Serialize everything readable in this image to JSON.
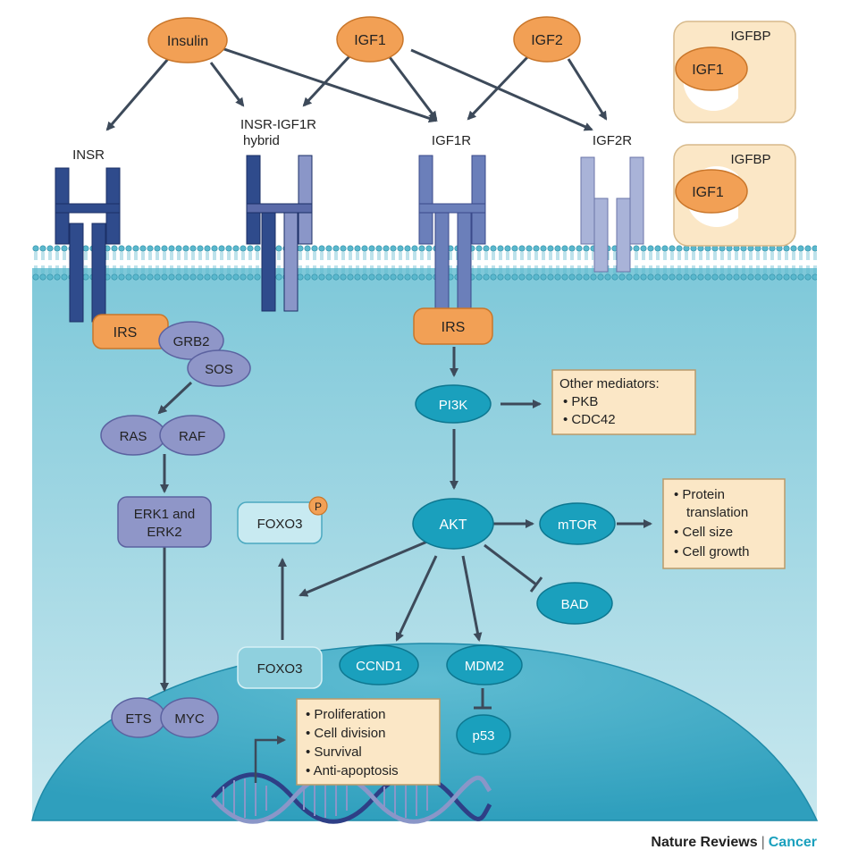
{
  "ligands": {
    "insulin": "Insulin",
    "igf1": "IGF1",
    "igf2": "IGF2"
  },
  "receptors": {
    "insr": "INSR",
    "hybrid_line1": "INSR-IGF1R",
    "hybrid_line2": "hybrid",
    "igf1r": "IGF1R",
    "igf2r": "IGF2R"
  },
  "binding_proteins": [
    {
      "label": "IGFBP",
      "ligand": "IGF1"
    },
    {
      "label": "IGFBP",
      "ligand": "IGF1"
    }
  ],
  "nodes": {
    "irs_left": "IRS",
    "grb2": "GRB2",
    "sos": "SOS",
    "ras": "RAS",
    "raf": "RAF",
    "erk_line1": "ERK1 and",
    "erk_line2": "ERK2",
    "foxo3_cyto": "FOXO3",
    "phospho": "P",
    "irs_right": "IRS",
    "pi3k": "PI3K",
    "akt": "AKT",
    "mtor": "mTOR",
    "bad": "BAD",
    "foxo3_nucleus": "FOXO3",
    "ccnd1": "CCND1",
    "mdm2": "MDM2",
    "p53": "p53",
    "ets": "ETS",
    "myc": "MYC"
  },
  "boxes": {
    "other_mediators": {
      "title": "Other mediators:",
      "items": [
        "• PKB",
        "• CDC42"
      ]
    },
    "mtor_outcomes": [
      "• Protein",
      "translation",
      "• Cell size",
      "• Cell growth"
    ],
    "nuclear_outcomes": [
      "• Proliferation",
      "• Cell division",
      "• Survival",
      "• Anti-apoptosis"
    ]
  },
  "footer": {
    "journal": "Nature Reviews",
    "separator": "|",
    "section": "Cancer"
  },
  "colors": {
    "ligand_orange": "#f2a055",
    "receptor_dark": "#2f4b8c",
    "receptor_mid": "#6b7fba",
    "receptor_light": "#a9b3d8",
    "teal_node": "#1aa0bd",
    "lavender_node": "#8f96c8",
    "cytoplasm": "#8fcfdd",
    "nucleus": "#4fb0c8",
    "note_box": "#fbe7c6"
  }
}
